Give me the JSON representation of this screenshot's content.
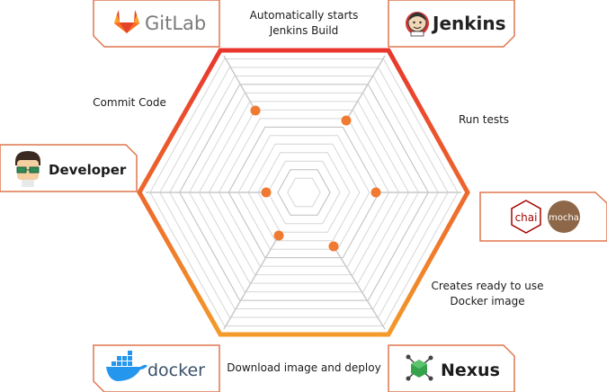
{
  "tools": {
    "gitlab": "GitLab",
    "jenkins": "Jenkins",
    "developer": "Developer",
    "chai": "chai",
    "mocha": "mocha",
    "docker": "docker",
    "nexus": "Nexus"
  },
  "steps": {
    "commit": "Commit Code",
    "auto_build_line1": "Automatically starts",
    "auto_build_line2": "Jenkins Build",
    "run_tests": "Run tests",
    "docker_image_line1": "Creates ready to use",
    "docker_image_line2": "Docker image",
    "download_deploy": "Download image and deploy"
  },
  "colors": {
    "border": "#e0764e",
    "hex_top": "#e8362d",
    "hex_bottom": "#f39a2a",
    "dot": "#f07a32",
    "gitlab": "#fc6d26",
    "docker": "#2496ed",
    "nexus": "#36a34c",
    "chai": "#a30701",
    "mocha": "#8d6748"
  },
  "icons": [
    "gitlab-icon",
    "jenkins-icon",
    "developer-icon",
    "chai-icon",
    "mocha-icon",
    "docker-icon",
    "nexus-icon"
  ]
}
